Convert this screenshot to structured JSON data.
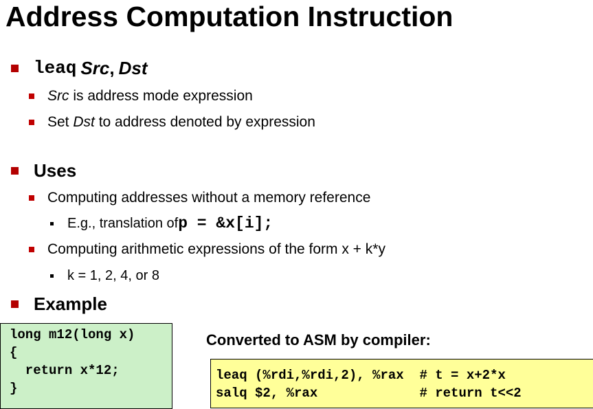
{
  "title": "Address Computation Instruction",
  "bullets": {
    "leaq": {
      "mnemonic": "leaq",
      "src": "Src",
      "comma": ",",
      "dst": "Dst"
    },
    "src_line": {
      "italic": "Src",
      "rest": " is address mode expression"
    },
    "dst_line": {
      "prefix": "Set ",
      "italic": "Dst",
      "rest": " to address denoted by expression"
    },
    "uses": "Uses",
    "uses_items": {
      "computing_addresses": "Computing addresses without a memory reference",
      "eg_prefix": "E.g., translation of ",
      "eg_code": "p = &x[i];",
      "computing_arith": "Computing arithmetic expressions of the form x + k*y",
      "k_values": "k = 1, 2, 4, or 8"
    },
    "example": "Example"
  },
  "c_code": "long m12(long x)\n{\n  return x*12;\n}",
  "asm_heading": "Converted to ASM by compiler:",
  "asm_code": "leaq (%rdi,%rdi,2), %rax  # t = x+2*x\nsalq $2, %rax             # return t<<2",
  "colors": {
    "bullet_red": "#b30000",
    "green_box": "#ccf0c8",
    "yellow_box": "#ffff99"
  }
}
